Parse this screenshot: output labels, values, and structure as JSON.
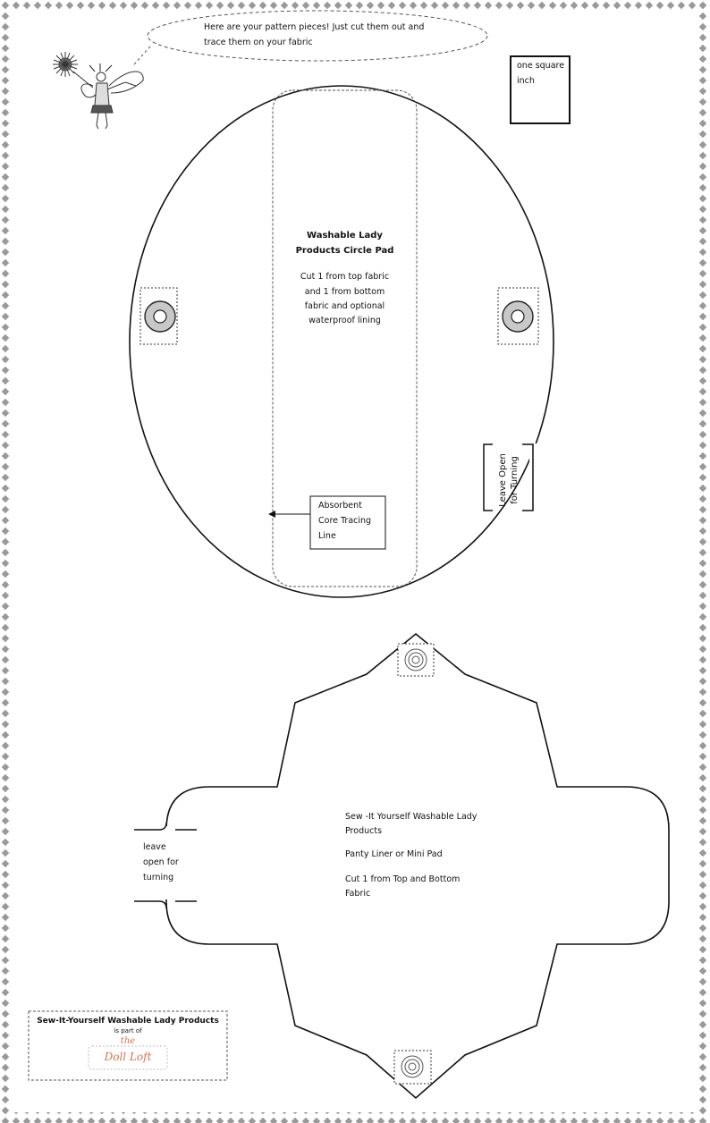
{
  "speech_bubble": {
    "line1": "Here are your pattern pieces! Just cut them out and",
    "line2": "trace them on your fabric"
  },
  "square_box": {
    "line1": "one square",
    "line2": "inch"
  },
  "circle_pad": {
    "title1": "Washable Lady",
    "title2": "Products Circle Pad",
    "instructions": [
      "Cut 1 from top fabric",
      "and 1 from bottom",
      "fabric and  optional",
      "waterproof lining"
    ],
    "leave_open_1": "Leave Open",
    "leave_open_2": "for Turning",
    "core_label": [
      "Absorbent",
      "Core Tracing",
      "Line"
    ]
  },
  "panty_liner": {
    "title1": "Sew -It Yourself Washable Lady",
    "title2": "Products",
    "subtitle": "Panty Liner or Mini Pad",
    "cut1": "Cut 1 from Top and Bottom",
    "cut2": "Fabric",
    "leave_open": [
      "leave",
      "open for",
      "turning"
    ]
  },
  "credit": {
    "line1": "Sew-It-Yourself Washable Lady Products",
    "line2": "is part of",
    "brand_the": "the",
    "brand_name": "Doll Loft"
  },
  "colors": {
    "border_diamond": "#999999",
    "snap_gray": "#c8c8c8",
    "logo_orange": "#d4714f"
  }
}
